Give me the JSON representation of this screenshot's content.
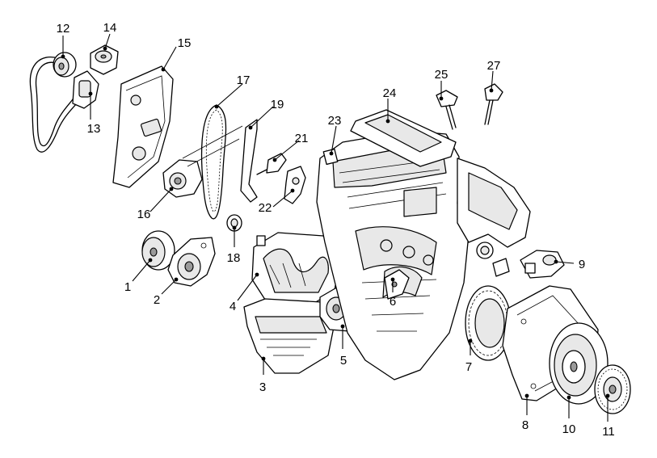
{
  "parts": [
    {
      "id": "1",
      "label": "1"
    },
    {
      "id": "2",
      "label": "2"
    },
    {
      "id": "3",
      "label": "3"
    },
    {
      "id": "4",
      "label": "4"
    },
    {
      "id": "5",
      "label": "5"
    },
    {
      "id": "6",
      "label": "6"
    },
    {
      "id": "7",
      "label": "7"
    },
    {
      "id": "8",
      "label": "8"
    },
    {
      "id": "9",
      "label": "9"
    },
    {
      "id": "10",
      "label": "10"
    },
    {
      "id": "11",
      "label": "11"
    },
    {
      "id": "12",
      "label": "12"
    },
    {
      "id": "13",
      "label": "13"
    },
    {
      "id": "14",
      "label": "14"
    },
    {
      "id": "15",
      "label": "15"
    },
    {
      "id": "16",
      "label": "16"
    },
    {
      "id": "17",
      "label": "17"
    },
    {
      "id": "18",
      "label": "18"
    },
    {
      "id": "19",
      "label": "19"
    },
    {
      "id": "21",
      "label": "21"
    },
    {
      "id": "22",
      "label": "22"
    },
    {
      "id": "23",
      "label": "23"
    },
    {
      "id": "24",
      "label": "24"
    },
    {
      "id": "25",
      "label": "25"
    },
    {
      "id": "27",
      "label": "27"
    }
  ]
}
